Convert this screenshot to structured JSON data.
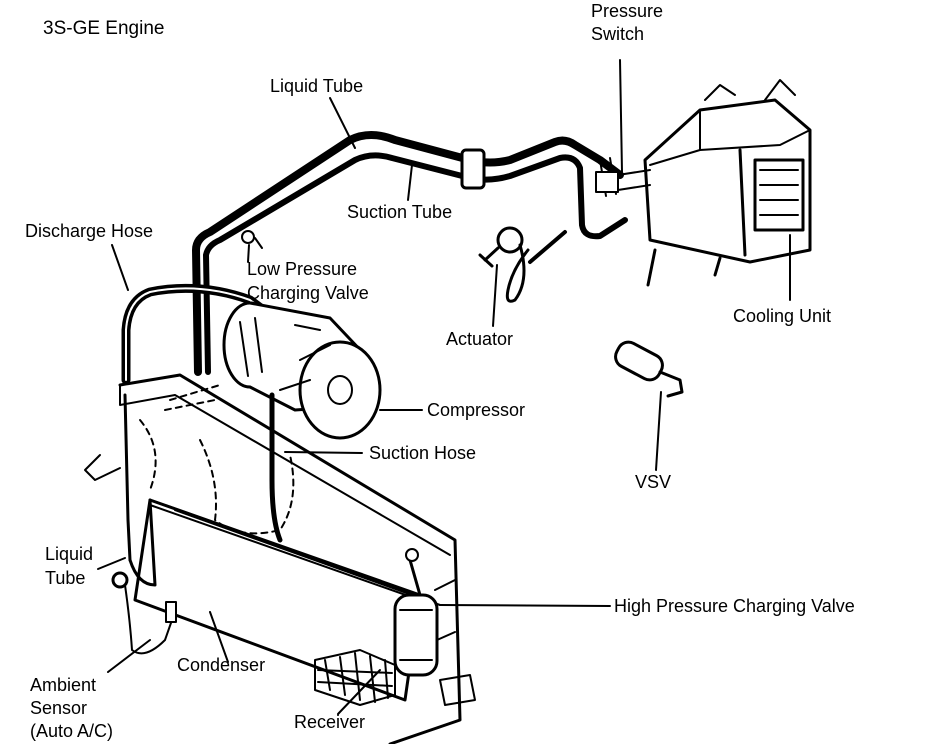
{
  "title": "3S-GE Engine",
  "labels": {
    "pressure_switch_l1": "Pressure",
    "pressure_switch_l2": "Switch",
    "liquid_tube_top": "Liquid Tube",
    "suction_tube": "Suction Tube",
    "discharge_hose": "Discharge Hose",
    "low_pressure_l1": "Low Pressure",
    "low_pressure_l2": "Charging Valve",
    "actuator": "Actuator",
    "cooling_unit": "Cooling Unit",
    "compressor": "Compressor",
    "suction_hose": "Suction Hose",
    "vsv": "VSV",
    "liquid_tube_side_l1": "Liquid",
    "liquid_tube_side_l2": "Tube",
    "high_pressure": "High Pressure Charging Valve",
    "condenser": "Condenser",
    "ambient_l1": "Ambient",
    "ambient_l2": "Sensor",
    "ambient_l3": "(Auto A/C)",
    "receiver": "Receiver"
  },
  "colors": {
    "ink": "#000000",
    "paper": "#ffffff"
  }
}
